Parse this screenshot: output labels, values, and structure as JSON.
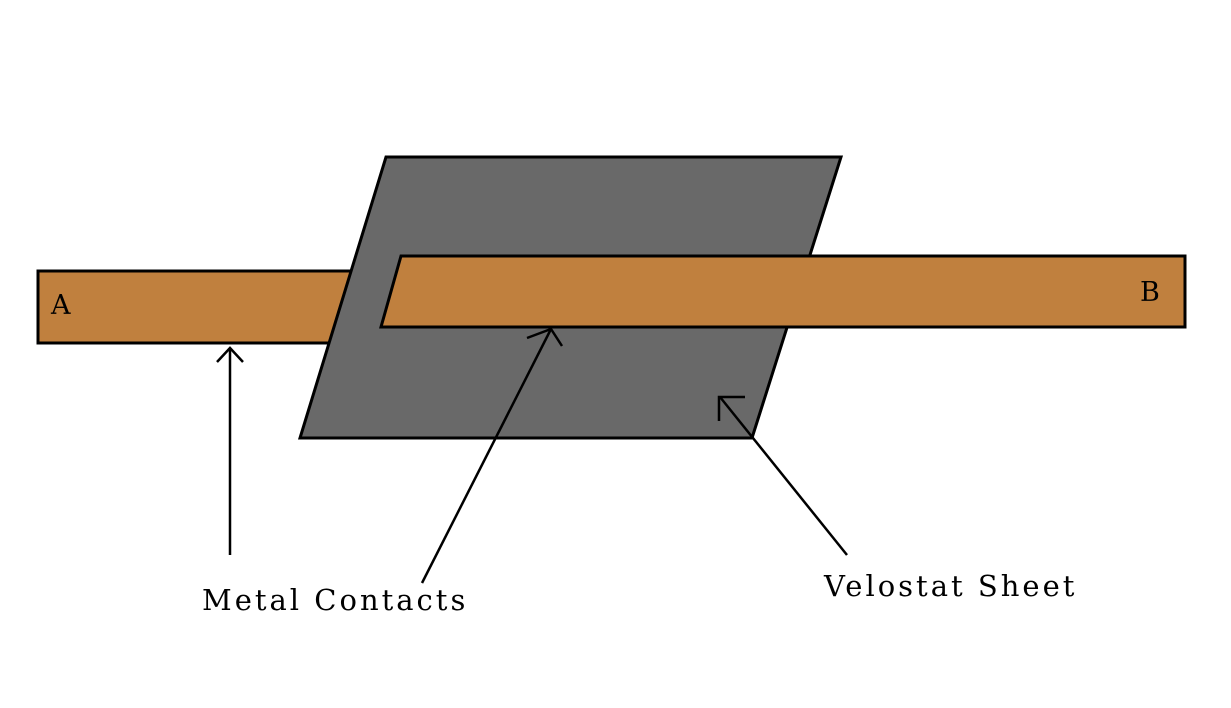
{
  "diagram": {
    "labels": {
      "end_a": "A",
      "end_b": "B",
      "metal_contacts": "Metal Contacts",
      "velostat_sheet": "Velostat Sheet"
    },
    "colors": {
      "background": "#ffffff",
      "velostat": "#696969",
      "copper": "#c0803e",
      "outline": "#000000"
    }
  }
}
